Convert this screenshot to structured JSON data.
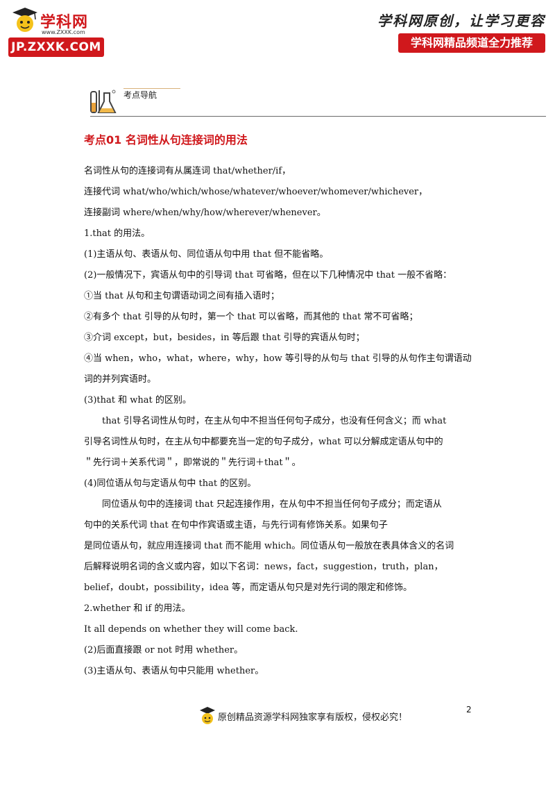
{
  "header": {
    "logo_text": "学科网",
    "logo_url": "www.ZXXK.com",
    "logo_badge": "JP.ZXXK.COM",
    "slogan": "学科网原创，让学习更容易！",
    "recommend": "学科网精品频道全力推荐"
  },
  "nav": {
    "label": "考点导航"
  },
  "section": {
    "title": "考点01  名词性从句连接词的用法"
  },
  "body": {
    "lines": [
      "名词性从句的连接词有从属连词 that/whether/if，",
      "连接代词 what/who/which/whose/whatever/whoever/whomever/whichever，",
      "连接副词 where/when/why/how/wherever/whenever。",
      "1.that 的用法。",
      "(1)主语从句、表语从句、同位语从句中用 that 但不能省略。",
      "(2)一般情况下，宾语从句中的引导词 that 可省略，但在以下几种情况中 that 一般不省略：",
      "①当 that 从句和主句谓语动词之间有插入语时；",
      "②有多个 that 引导的从句时，第一个 that 可以省略，而其他的 that 常不可省略；",
      "③介词 except，but，besides，in 等后跟 that 引导的宾语从句时；",
      "④当 when，who，what，where，why，how 等引导的从句与 that 引导的从句作主句谓语动",
      "词的并列宾语时。",
      "(3)that 和 what 的区别。",
      "that  引导名词性从句时，在主从句中不担当任何句子成分，也没有任何含义；而 what",
      "引导名词性从句时，在主从句中都要充当一定的句子成分，what 可以分解成定语从句中的",
      "＂先行词＋关系代词＂，即常说的＂先行词＋that＂。",
      "(4)同位语从句与定语从句中 that 的区别。",
      "同位语从句中的连接词 that 只起连接作用，在从句中不担当任何句子成分；而定语从",
      "句中的关系代词 that 在句中作宾语或主语，与先行词有修饰关系。如果句子",
      "是同位语从句，就应用连接词 that 而不能用 which。同位语从句一般放在表具体含义的名词",
      "后解释说明名词的含义或内容，如以下名词：news，fact，suggestion，truth，plan，",
      "belief，doubt，possibility，idea 等，而定语从句只是对先行词的限定和修饰。",
      "2.whether 和 if 的用法。",
      "It all depends on whether they will come back.",
      "(2)后面直接跟 or not  时用 whether。",
      "(3)主语从句、表语从句中只能用 whether。"
    ]
  },
  "footer": {
    "page_number": "2",
    "copyright": "原创精品资源学科网独家享有版权，侵权必究！"
  }
}
